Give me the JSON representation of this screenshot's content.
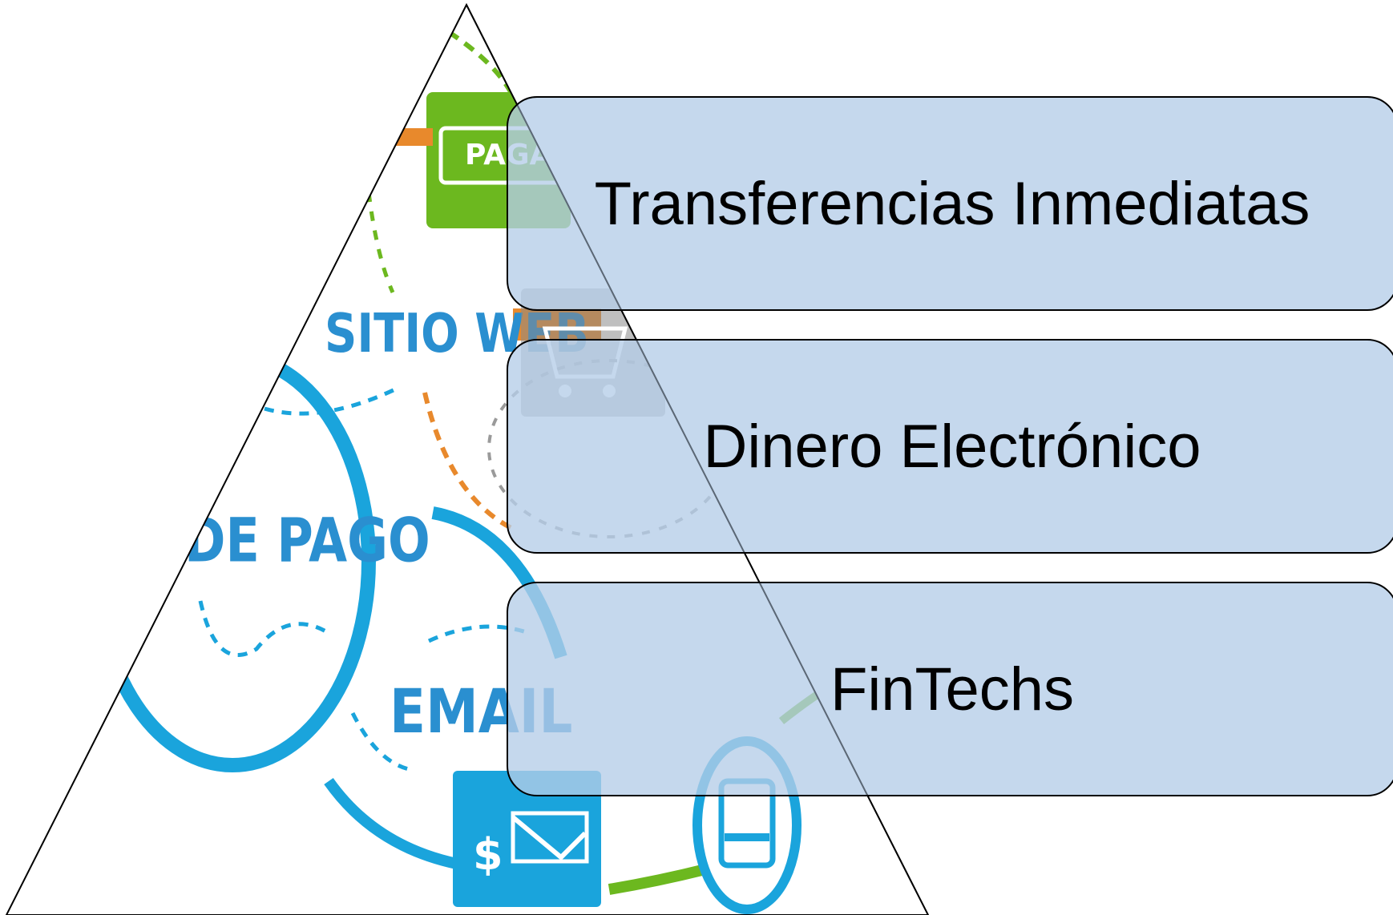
{
  "colors": {
    "background": "#ffffff",
    "box_fill": "#b5cde8",
    "box_border": "#000000",
    "picture_blue": "#1aa4dc",
    "picture_green": "#6cb81f",
    "picture_orange": "#e8892c",
    "picture_label_blue": "#2a8fd0"
  },
  "picture": {
    "labels": {
      "pagar": "PAGAR",
      "sitio_web": "SITIO WEB",
      "de_pago": "DE PAGO",
      "email": "EMAIL"
    },
    "icons": [
      "pay-button-icon",
      "shopping-cart-icon",
      "money-envelope-icon",
      "mobile-device-icon"
    ]
  },
  "boxes": [
    {
      "label": "Transferencias Inmediatas"
    },
    {
      "label": "Dinero Electrónico"
    },
    {
      "label": "FinTechs"
    }
  ]
}
